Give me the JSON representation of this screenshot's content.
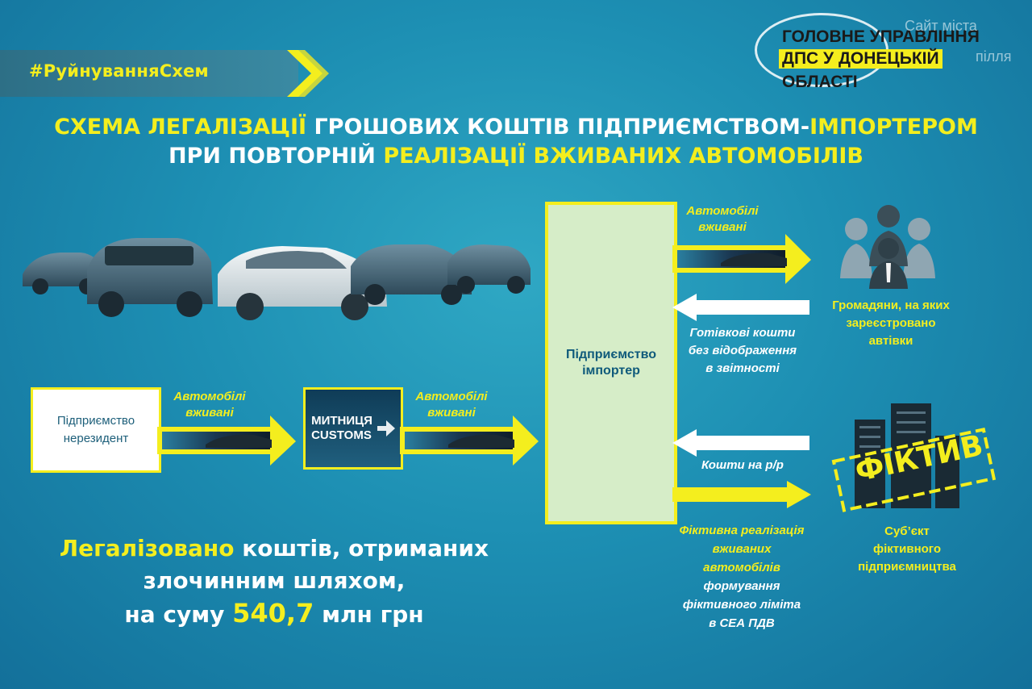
{
  "banner": {
    "hashtag": "#РуйнуванняСхем"
  },
  "logo": {
    "line1": "ГОЛОВНЕ УПРАВЛІННЯ",
    "line2": "ДПС У ДОНЕЦЬКІЙ",
    "line3": "ОБЛАСТІ",
    "watermark1": "Сайт міста",
    "watermark2": "пілля"
  },
  "title": {
    "l1_a": "СХЕМА ЛЕГАЛІЗАЦІЇ",
    "l1_b": " ГРОШОВИХ КОШТІВ ПІДПРИЄМСТВОМ-",
    "l1_c": "ІМПОРТЕРОМ",
    "l2_a": "ПРИ ПОВТОРНІЙ ",
    "l2_b": "РЕАЛІЗАЦІЇ ВЖИВАНИХ АВТОМОБІЛІВ"
  },
  "nodes": {
    "nonresident": {
      "line1": "Підприємство",
      "line2": "нерезидент"
    },
    "customs": {
      "line1": "МИТНИЦЯ",
      "line2": "CUSTOMS"
    },
    "importer": {
      "line1": "Підприємство",
      "line2": "імпортер"
    },
    "citizens": {
      "line1": "Громадяни, на яких",
      "line2": "зареєстровано",
      "line3": "автівки"
    },
    "shell": {
      "line1": "Суб’єкт",
      "line2": "фіктивного",
      "line3": "підприємництва",
      "stamp": "ФІКТИВ"
    }
  },
  "edges": {
    "cars_label": {
      "line1": "Автомобілі",
      "line2": "вживані"
    },
    "cash_label": {
      "line1": "Готівкові кошти",
      "line2": "без відображення",
      "line3": "в звітності"
    },
    "account_label": "Кошти на р/р",
    "fictive_label": {
      "line1": "Фіктивна реалізація",
      "line2": "вживаних",
      "line3": "автомобілів",
      "line4": "формування",
      "line5": "фіктивного ліміта",
      "line6": "в СЕА ПДВ"
    }
  },
  "summary": {
    "a": "Легалізовано",
    "b": " коштів, отриманих",
    "c": "злочинним шляхом,",
    "d": "на суму ",
    "e": "540,7",
    "f": " млн грн"
  },
  "colors": {
    "accent": "#f4ee1e",
    "background": "#1d8fb3",
    "importer_fill": "#d6edc8"
  }
}
